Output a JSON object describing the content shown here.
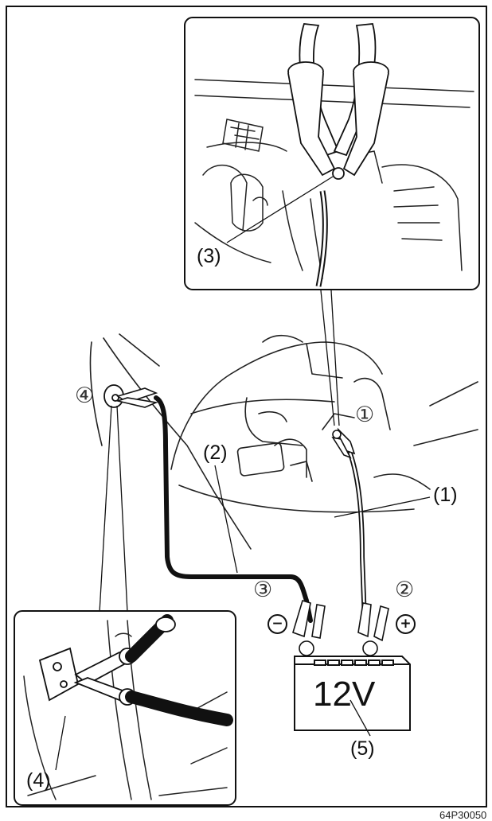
{
  "labels": {
    "cable_positive": "(1)",
    "cable_negative": "(2)",
    "terminal_inset": "(3)",
    "ground_inset": "(4)",
    "battery": "(5)"
  },
  "steps": {
    "step1": "①",
    "step2": "②",
    "step3": "③",
    "step4": "④"
  },
  "battery": {
    "voltage": "12V",
    "negative_symbol": "−",
    "positive_symbol": "+"
  },
  "figure_code": "64P30050",
  "colors": {
    "line": "#111111",
    "background": "#ffffff",
    "cable": "#111111"
  }
}
